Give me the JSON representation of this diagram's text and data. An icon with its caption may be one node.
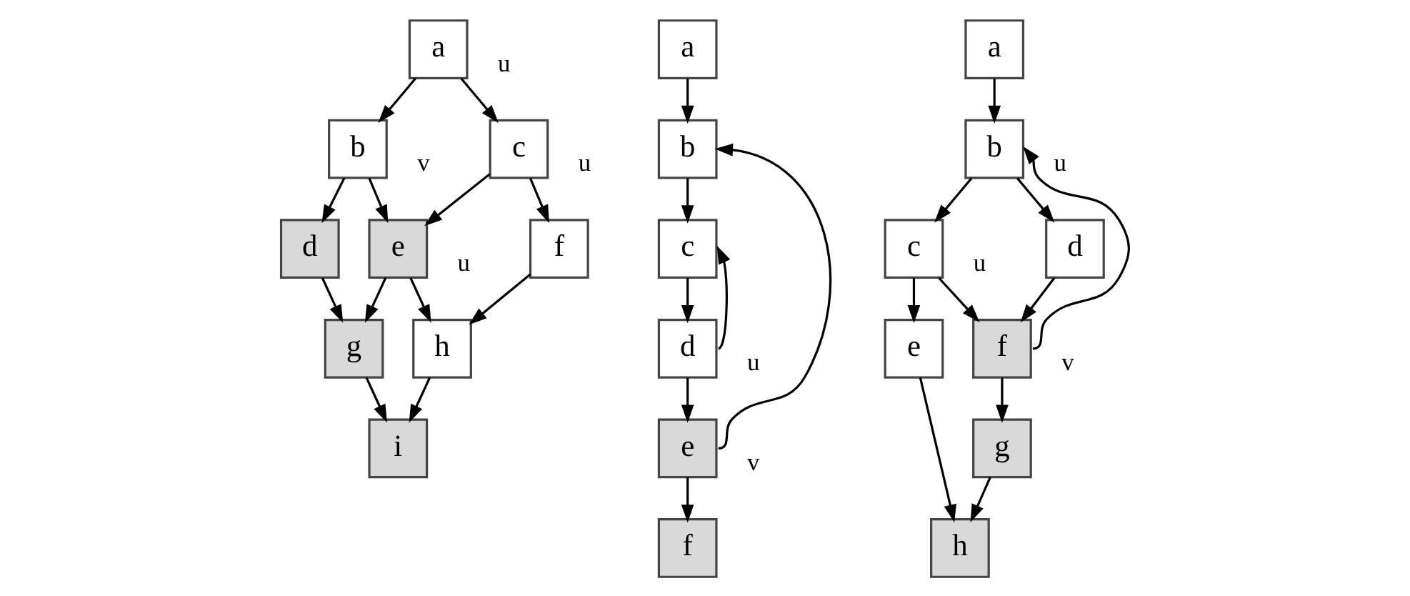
{
  "diagram": {
    "nodes": [
      {
        "text": [
          "a"
        ],
        "beside": [
          "u"
        ]
      },
      {
        "text": [
          "b"
        ],
        "beside": [
          "v"
        ]
      },
      {
        "text": [
          "c"
        ],
        "beside": [
          "u"
        ]
      },
      {
        "text": [
          "d"
        ]
      },
      {
        "text": [
          "e"
        ],
        "beside": [
          "u"
        ]
      },
      {
        "text": [
          "f"
        ]
      },
      {
        "text": [
          "g"
        ]
      },
      {
        "text": [
          "h"
        ]
      },
      {
        "text": [
          "i"
        ]
      },
      {
        "text": [
          "a"
        ]
      },
      {
        "text": [
          "b"
        ]
      },
      {
        "text": [
          "c"
        ]
      },
      {
        "text": [
          "d"
        ],
        "beside": [
          "u"
        ]
      },
      {
        "text": [
          "e"
        ],
        "beside": [
          "v"
        ]
      },
      {
        "text": [
          "f"
        ]
      },
      {
        "text": [
          "a"
        ]
      },
      {
        "text": [
          "b"
        ],
        "beside": [
          "u"
        ]
      },
      {
        "text": [
          "c"
        ],
        "beside": [
          "u"
        ]
      },
      {
        "text": [
          "d"
        ]
      },
      {
        "text": [
          "e"
        ]
      },
      {
        "text": [
          "f"
        ],
        "beside": [
          "v"
        ]
      },
      {
        "text": [
          "g"
        ]
      },
      {
        "text": [
          "h"
        ]
      }
    ],
    "edges": [
      {
        "from": 0,
        "to": 1,
        "arrow": "to"
      },
      {
        "from": 0,
        "to": 2,
        "arrow": "to"
      },
      {
        "from": 1,
        "to": 3,
        "arrow": "to"
      },
      {
        "from": 1,
        "to": 4,
        "arrow": "to"
      },
      {
        "from": 2,
        "to": 4,
        "arrow": "to"
      },
      {
        "from": 2,
        "to": 5,
        "arrow": "to"
      },
      {
        "from": 3,
        "to": 6,
        "arrow": "to"
      },
      {
        "from": 4,
        "to": 6,
        "arrow": "to"
      },
      {
        "from": 4,
        "to": 7,
        "arrow": "to"
      },
      {
        "from": 5,
        "to": 7,
        "arrow": "to"
      },
      {
        "from": 6,
        "to": 8,
        "arrow": "to"
      },
      {
        "from": 7,
        "to": 8,
        "arrow": "to"
      },
      {
        "from": 9,
        "to": 10,
        "arrow": "to"
      },
      {
        "from": 10,
        "to": 11,
        "arrow": "to"
      },
      {
        "from": 11,
        "to": 12,
        "arrow": "to"
      },
      {
        "from": 12,
        "to": 13,
        "arrow": "to"
      },
      {
        "from": 13,
        "to": 14,
        "arrow": "to"
      },
      {
        "from": 12,
        "to": 11,
        "arrow": "to"
      },
      {
        "from": 13,
        "to": 10,
        "arrow": "to"
      },
      {
        "from": 15,
        "to": 16,
        "arrow": "to"
      },
      {
        "from": 16,
        "to": 17,
        "arrow": "to"
      },
      {
        "from": 16,
        "to": 18,
        "arrow": "to"
      },
      {
        "from": 17,
        "to": 19,
        "arrow": "to"
      },
      {
        "from": 17,
        "to": 20,
        "arrow": "to"
      },
      {
        "from": 18,
        "to": 20,
        "arrow": "to"
      },
      {
        "from": 20,
        "to": 21,
        "arrow": "to"
      },
      {
        "from": 20,
        "to": 16,
        "arrow": "to"
      },
      {
        "from": 19,
        "to": 22,
        "arrow": "to"
      },
      {
        "from": 21,
        "to": 22,
        "arrow": "to"
      }
    ]
  }
}
